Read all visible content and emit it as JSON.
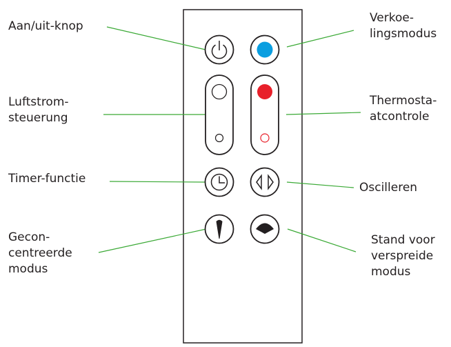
{
  "colors": {
    "outline": "#231f20",
    "leader_line": "#3aa935",
    "cooling_dot": "#0a9ee0",
    "heat_dot": "#e8202a",
    "heat_ring": "#e8202a"
  },
  "labels": {
    "power": {
      "lines": [
        "Aan/uit-knop"
      ],
      "icon": "power-icon"
    },
    "airflow": {
      "lines": [
        "Luftstrom-",
        "steuerung"
      ],
      "icon": "airflow-rocker-icon"
    },
    "timer": {
      "lines": [
        "Timer-functie"
      ],
      "icon": "clock-icon"
    },
    "focused": {
      "lines": [
        "Gecon-",
        "centreerde",
        "modus"
      ],
      "icon": "focused-stream-icon"
    },
    "cooling": {
      "lines": [
        "Verkoe-",
        "lingsmodus"
      ],
      "icon": "blue-dot-icon"
    },
    "thermostat": {
      "lines": [
        "Thermosta-",
        "atcontrole"
      ],
      "icon": "thermostat-rocker-icon"
    },
    "oscillate": {
      "lines": [
        "Oscilleren"
      ],
      "icon": "oscillation-arrows-icon"
    },
    "diffused": {
      "lines": [
        "Stand voor",
        "verspreide",
        "modus"
      ],
      "icon": "diffused-fan-icon"
    }
  }
}
